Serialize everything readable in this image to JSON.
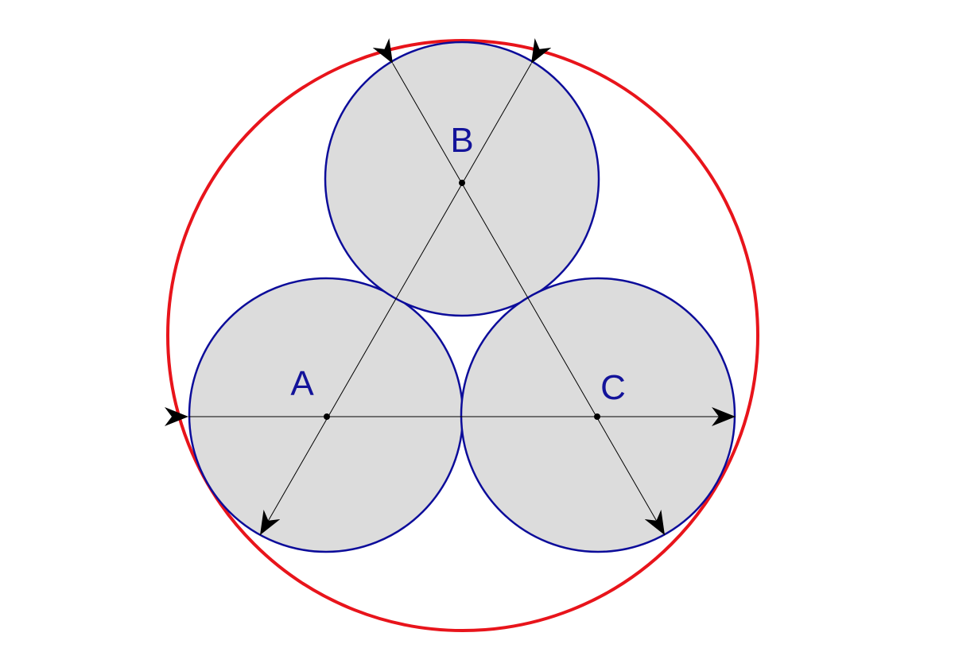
{
  "colors": {
    "background": "#ffffff",
    "outer_circle": "#e8141b",
    "inner_circle_stroke": "#0c0c9a",
    "inner_circle_fill": "#dcdcdc",
    "lines": "#000000",
    "label": "#13139a"
  },
  "circles": [
    {
      "id": "A",
      "label": "A"
    },
    {
      "id": "B",
      "label": "B"
    },
    {
      "id": "C",
      "label": "C"
    }
  ]
}
